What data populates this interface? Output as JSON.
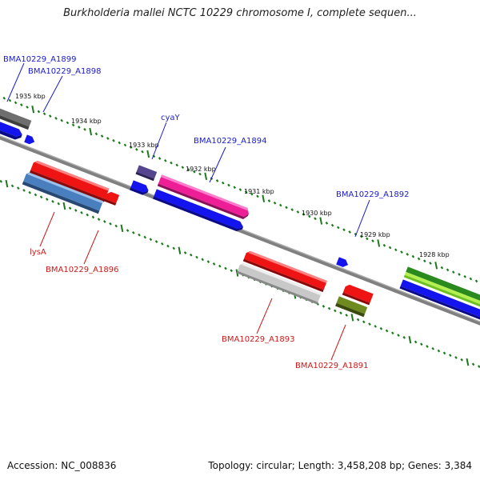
{
  "title": "Burkholderia mallei NCTC 10229 chromosome I, complete sequen...",
  "footer": {
    "accession": "Accession: NC_008836",
    "summary": "Topology: circular; Length: 3,458,208 bp; Genes: 3,384"
  },
  "colors": {
    "backbone": "#808080",
    "tick": "#1a7a1a",
    "label_plus": "#1a1acc",
    "label_minus": "#cc1a1a"
  },
  "kbp_marks": [
    "1935 kbp",
    "1934 kbp",
    "1933 kbp",
    "1932 kbp",
    "1931 kbp",
    "1930 kbp",
    "1929 kbp",
    "1928 kbp"
  ],
  "gene_labels": [
    {
      "text": "BMA10229_A1899",
      "strand": "plus"
    },
    {
      "text": "BMA10229_A1898",
      "strand": "plus"
    },
    {
      "text": "cyaY",
      "strand": "plus"
    },
    {
      "text": "BMA10229_A1894",
      "strand": "plus"
    },
    {
      "text": "BMA10229_A1892",
      "strand": "plus"
    },
    {
      "text": "lysA",
      "strand": "minus"
    },
    {
      "text": "BMA10229_A1896",
      "strand": "minus"
    },
    {
      "text": "BMA10229_A1893",
      "strand": "minus"
    },
    {
      "text": "BMA10229_A1891",
      "strand": "minus"
    }
  ]
}
